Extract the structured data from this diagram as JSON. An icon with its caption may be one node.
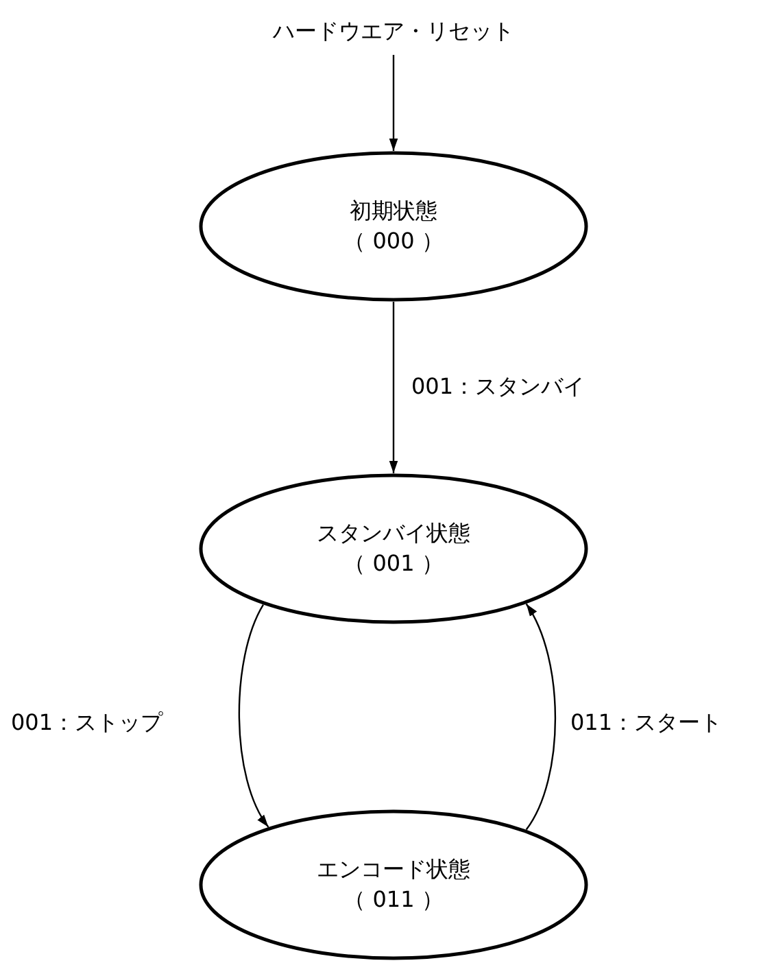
{
  "diagram": {
    "nodes": [
      {
        "text": [
          "ハードウエア・リセット"
        ]
      },
      {
        "text": [
          "初期状態",
          "（ 000 ）"
        ]
      },
      {
        "text": [
          "スタンバイ状態",
          "（ 001 ）"
        ]
      },
      {
        "text": [
          "エンコード状態",
          "（ 011 ）"
        ]
      }
    ],
    "edges": [
      {
        "from": 0,
        "to": 1,
        "arrow": "to"
      },
      {
        "from": 1,
        "to": 2,
        "arrow": "to",
        "label": "001：スタンバイ"
      },
      {
        "from": 2,
        "to": 3,
        "arrow": "to",
        "label": "001：ストップ"
      },
      {
        "from": 3,
        "to": 2,
        "arrow": "to",
        "label": "011：スタート"
      }
    ]
  }
}
